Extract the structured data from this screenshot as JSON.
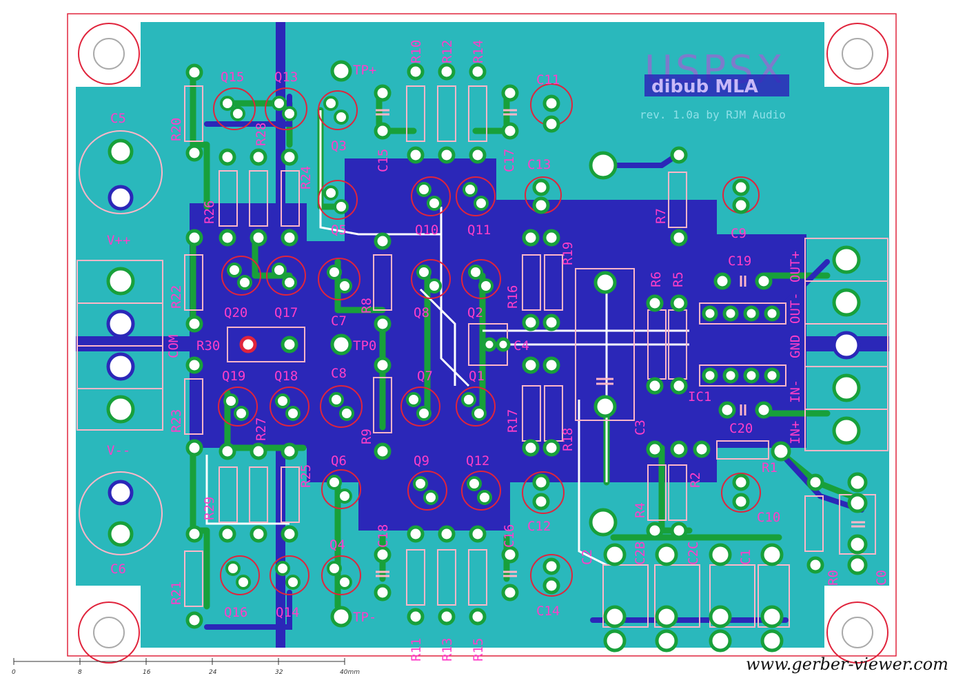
{
  "board": {
    "title": "USPSX",
    "subtitle": "dibub MLA",
    "revision": "rev. 1.0a by RJM Audio"
  },
  "watermark": "www.gerber-viewer.com",
  "ruler": {
    "ticks": [
      "0",
      "8",
      "16",
      "24",
      "32",
      "40mm"
    ]
  },
  "labels": {
    "R10": "R10",
    "R12": "R12",
    "R14": "R14",
    "TPplus": "TP+",
    "Q15": "Q15",
    "Q13": "Q13",
    "R20": "R20",
    "R28": "R28",
    "Q3": "Q3",
    "C15": "C15",
    "C17": "C17",
    "C11": "C11",
    "C13": "C13",
    "C5": "C5",
    "R24": "R24",
    "R26": "R26",
    "Q5": "Q5",
    "Q10": "Q10",
    "Q11": "Q11",
    "R7": "R7",
    "C9": "C9",
    "R19": "R19",
    "Vpp": "V++",
    "R22": "R22",
    "R8": "R8",
    "R16": "R16",
    "C19": "C19",
    "R6": "R6",
    "R5": "R5",
    "Q20": "Q20",
    "Q17": "Q17",
    "Q8": "Q8",
    "Q2": "Q2",
    "C7": "C7",
    "COM": "COM",
    "R30": "R30",
    "TP0": "TP0",
    "C4": "C4",
    "GND": "GND",
    "OUTminus": "OUT-",
    "OUTplus": "OUT+",
    "INminus": "IN-",
    "INplus": "IN+",
    "C8": "C8",
    "Q19": "Q19",
    "Q18": "Q18",
    "Q7": "Q7",
    "Q1": "Q1",
    "IC1": "IC1",
    "C20": "C20",
    "R23": "R23",
    "R27": "R27",
    "R9": "R9",
    "R17": "R17",
    "R18": "R18",
    "C3": "C3",
    "R1": "R1",
    "Vmm": "V--",
    "R25": "R25",
    "Q6": "Q6",
    "Q9": "Q9",
    "Q12": "Q12",
    "R2": "R2",
    "R29": "R29",
    "R4": "R4",
    "C10": "C10",
    "C12": "C12",
    "C6": "C6",
    "C18": "C18",
    "C16": "C16",
    "C2": "C2",
    "C2B": "C2B",
    "C2C": "C2C",
    "C1": "C1",
    "Q4": "Q4",
    "R0": "R0",
    "C0": "C0",
    "R21": "R21",
    "Q16": "Q16",
    "Q14": "Q14",
    "TPminus": "TP-",
    "C14": "C14",
    "R11": "R11",
    "R13": "R13",
    "R15": "R15"
  },
  "colors": {
    "board": "#2ab8bc",
    "copper_bottom": "#2b27b8",
    "trace_top": "#18a03a",
    "pad": "#ffffff",
    "silkscreen": "#ffb6c8",
    "designator": "#ff3ec8",
    "outline": "#e0243c"
  }
}
